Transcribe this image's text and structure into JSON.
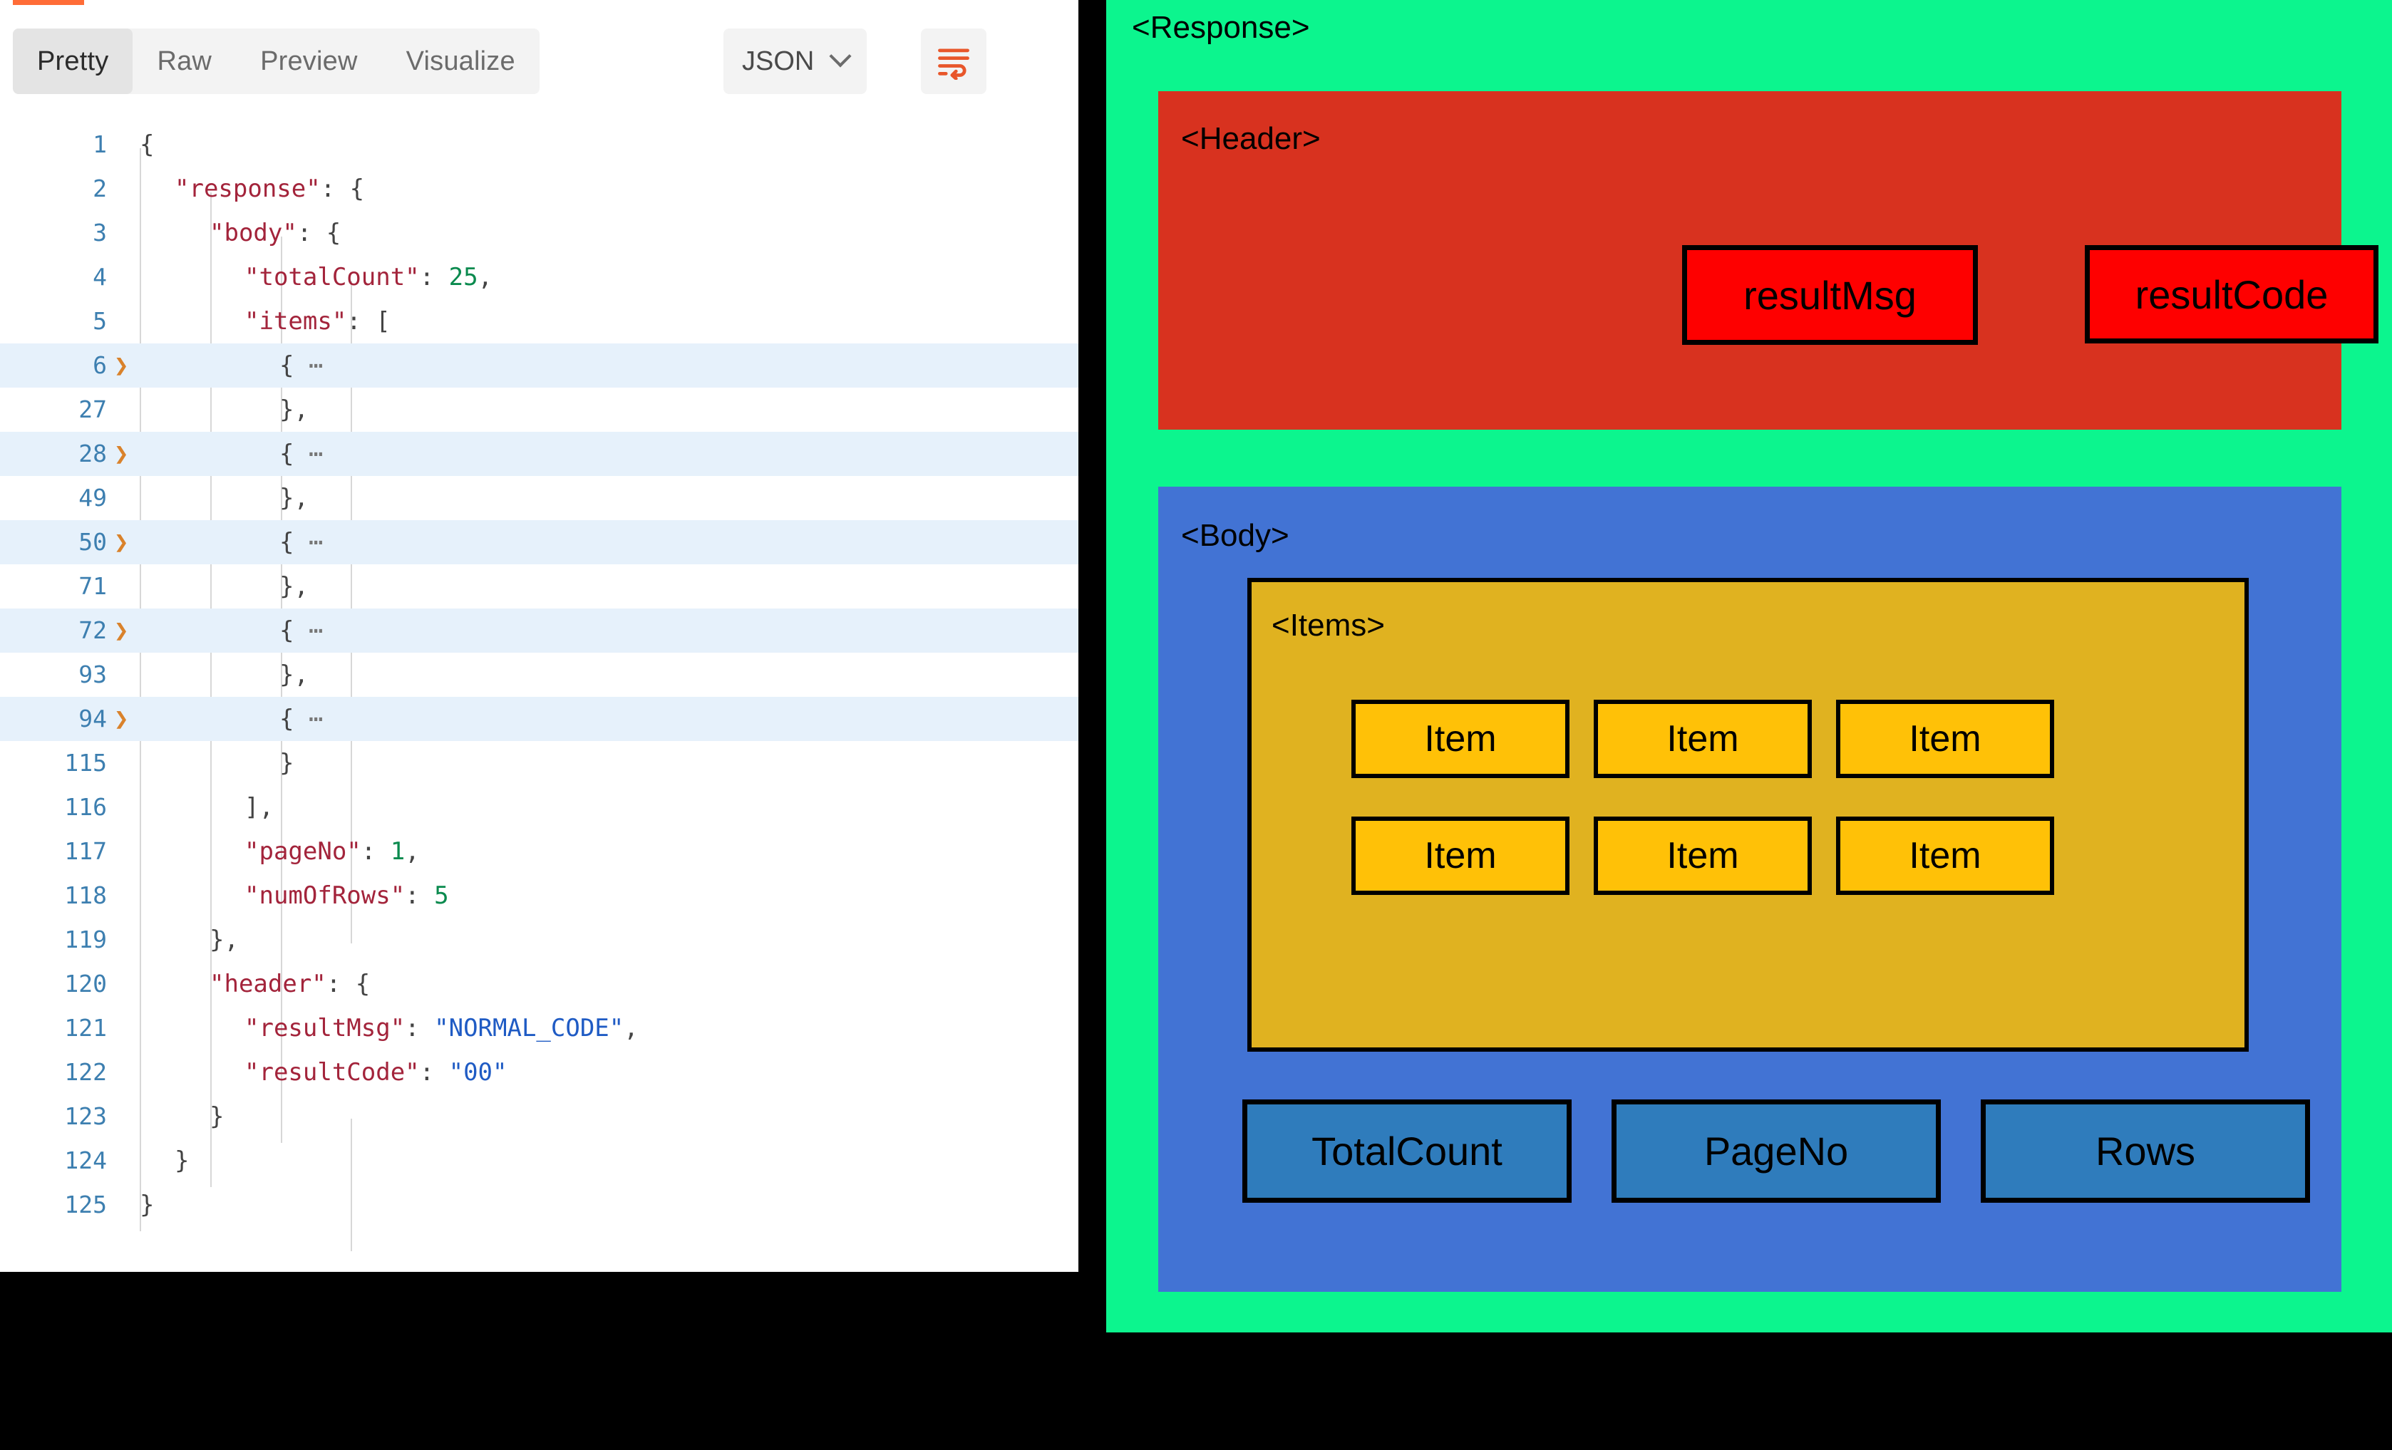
{
  "colors": {
    "accent_orange": "#ff6c37",
    "response_green": "#0cf58e",
    "header_red": "#d8321f",
    "result_box_red": "#fe0000",
    "body_blue": "#4273d4",
    "items_yellow": "#e0b220",
    "item_box_yellow": "#ffc107",
    "meta_box_blue": "#2f7cbc",
    "page_background": "#000000",
    "json_key": "#a3243b",
    "json_string": "#1f5bc4",
    "json_number": "#0a8a4e",
    "line_number": "#3d7fb0",
    "highlight_row": "#e6f1fb"
  },
  "response_pane": {
    "tabs": [
      {
        "label": "Pretty",
        "active": true
      },
      {
        "label": "Raw",
        "active": false
      },
      {
        "label": "Preview",
        "active": false
      },
      {
        "label": "Visualize",
        "active": false
      }
    ],
    "format_select": {
      "value": "JSON",
      "icon": "chevron-down-icon"
    },
    "wrap_button": {
      "icon": "wrap-lines-icon"
    }
  },
  "code": {
    "lines": [
      {
        "num": "1",
        "fold": "",
        "highlight": false,
        "indent": 0,
        "tokens": [
          {
            "t": "p",
            "v": "{"
          }
        ]
      },
      {
        "num": "2",
        "fold": "",
        "highlight": false,
        "indent": 1,
        "tokens": [
          {
            "t": "k",
            "v": "\"response\""
          },
          {
            "t": "p",
            "v": ": {"
          }
        ]
      },
      {
        "num": "3",
        "fold": "",
        "highlight": false,
        "indent": 2,
        "tokens": [
          {
            "t": "k",
            "v": "\"body\""
          },
          {
            "t": "p",
            "v": ": {"
          }
        ]
      },
      {
        "num": "4",
        "fold": "",
        "highlight": false,
        "indent": 3,
        "tokens": [
          {
            "t": "k",
            "v": "\"totalCount\""
          },
          {
            "t": "p",
            "v": ": "
          },
          {
            "t": "n",
            "v": "25"
          },
          {
            "t": "p",
            "v": ","
          }
        ]
      },
      {
        "num": "5",
        "fold": "",
        "highlight": false,
        "indent": 3,
        "tokens": [
          {
            "t": "k",
            "v": "\"items\""
          },
          {
            "t": "p",
            "v": ": ["
          }
        ]
      },
      {
        "num": "6",
        "fold": "❯",
        "highlight": true,
        "indent": 4,
        "tokens": [
          {
            "t": "p",
            "v": "{"
          },
          {
            "t": "d",
            "v": " ⋯"
          }
        ]
      },
      {
        "num": "27",
        "fold": "",
        "highlight": false,
        "indent": 4,
        "tokens": [
          {
            "t": "p",
            "v": "},"
          }
        ]
      },
      {
        "num": "28",
        "fold": "❯",
        "highlight": true,
        "indent": 4,
        "tokens": [
          {
            "t": "p",
            "v": "{"
          },
          {
            "t": "d",
            "v": " ⋯"
          }
        ]
      },
      {
        "num": "49",
        "fold": "",
        "highlight": false,
        "indent": 4,
        "tokens": [
          {
            "t": "p",
            "v": "},"
          }
        ]
      },
      {
        "num": "50",
        "fold": "❯",
        "highlight": true,
        "indent": 4,
        "tokens": [
          {
            "t": "p",
            "v": "{"
          },
          {
            "t": "d",
            "v": " ⋯"
          }
        ]
      },
      {
        "num": "71",
        "fold": "",
        "highlight": false,
        "indent": 4,
        "tokens": [
          {
            "t": "p",
            "v": "},"
          }
        ]
      },
      {
        "num": "72",
        "fold": "❯",
        "highlight": true,
        "indent": 4,
        "tokens": [
          {
            "t": "p",
            "v": "{"
          },
          {
            "t": "d",
            "v": " ⋯"
          }
        ]
      },
      {
        "num": "93",
        "fold": "",
        "highlight": false,
        "indent": 4,
        "tokens": [
          {
            "t": "p",
            "v": "},"
          }
        ]
      },
      {
        "num": "94",
        "fold": "❯",
        "highlight": true,
        "indent": 4,
        "tokens": [
          {
            "t": "p",
            "v": "{"
          },
          {
            "t": "d",
            "v": " ⋯"
          }
        ]
      },
      {
        "num": "115",
        "fold": "",
        "highlight": false,
        "indent": 4,
        "tokens": [
          {
            "t": "p",
            "v": "}"
          }
        ]
      },
      {
        "num": "116",
        "fold": "",
        "highlight": false,
        "indent": 3,
        "tokens": [
          {
            "t": "p",
            "v": "],"
          }
        ]
      },
      {
        "num": "117",
        "fold": "",
        "highlight": false,
        "indent": 3,
        "tokens": [
          {
            "t": "k",
            "v": "\"pageNo\""
          },
          {
            "t": "p",
            "v": ": "
          },
          {
            "t": "n",
            "v": "1"
          },
          {
            "t": "p",
            "v": ","
          }
        ]
      },
      {
        "num": "118",
        "fold": "",
        "highlight": false,
        "indent": 3,
        "tokens": [
          {
            "t": "k",
            "v": "\"numOfRows\""
          },
          {
            "t": "p",
            "v": ": "
          },
          {
            "t": "n",
            "v": "5"
          }
        ]
      },
      {
        "num": "119",
        "fold": "",
        "highlight": false,
        "indent": 2,
        "tokens": [
          {
            "t": "p",
            "v": "},"
          }
        ]
      },
      {
        "num": "120",
        "fold": "",
        "highlight": false,
        "indent": 2,
        "tokens": [
          {
            "t": "k",
            "v": "\"header\""
          },
          {
            "t": "p",
            "v": ": {"
          }
        ]
      },
      {
        "num": "121",
        "fold": "",
        "highlight": false,
        "indent": 3,
        "tokens": [
          {
            "t": "k",
            "v": "\"resultMsg\""
          },
          {
            "t": "p",
            "v": ": "
          },
          {
            "t": "s",
            "v": "\"NORMAL_CODE\""
          },
          {
            "t": "p",
            "v": ","
          }
        ]
      },
      {
        "num": "122",
        "fold": "",
        "highlight": false,
        "indent": 3,
        "tokens": [
          {
            "t": "k",
            "v": "\"resultCode\""
          },
          {
            "t": "p",
            "v": ": "
          },
          {
            "t": "s",
            "v": "\"00\""
          }
        ]
      },
      {
        "num": "123",
        "fold": "",
        "highlight": false,
        "indent": 2,
        "tokens": [
          {
            "t": "p",
            "v": "}"
          }
        ]
      },
      {
        "num": "124",
        "fold": "",
        "highlight": false,
        "indent": 1,
        "tokens": [
          {
            "t": "p",
            "v": "}"
          }
        ]
      },
      {
        "num": "125",
        "fold": "",
        "highlight": false,
        "indent": 0,
        "tokens": [
          {
            "t": "p",
            "v": "}"
          }
        ]
      }
    ]
  },
  "diagram": {
    "response_label": "<Response>",
    "header_label": "<Header>",
    "header_boxes": [
      "resultMsg",
      "resultCode"
    ],
    "body_label": "<Body>",
    "items_label": "<Items>",
    "item_boxes": [
      "Item",
      "Item",
      "Item",
      "Item",
      "Item",
      "Item"
    ],
    "meta_boxes": [
      "TotalCount",
      "PageNo",
      "Rows"
    ]
  }
}
